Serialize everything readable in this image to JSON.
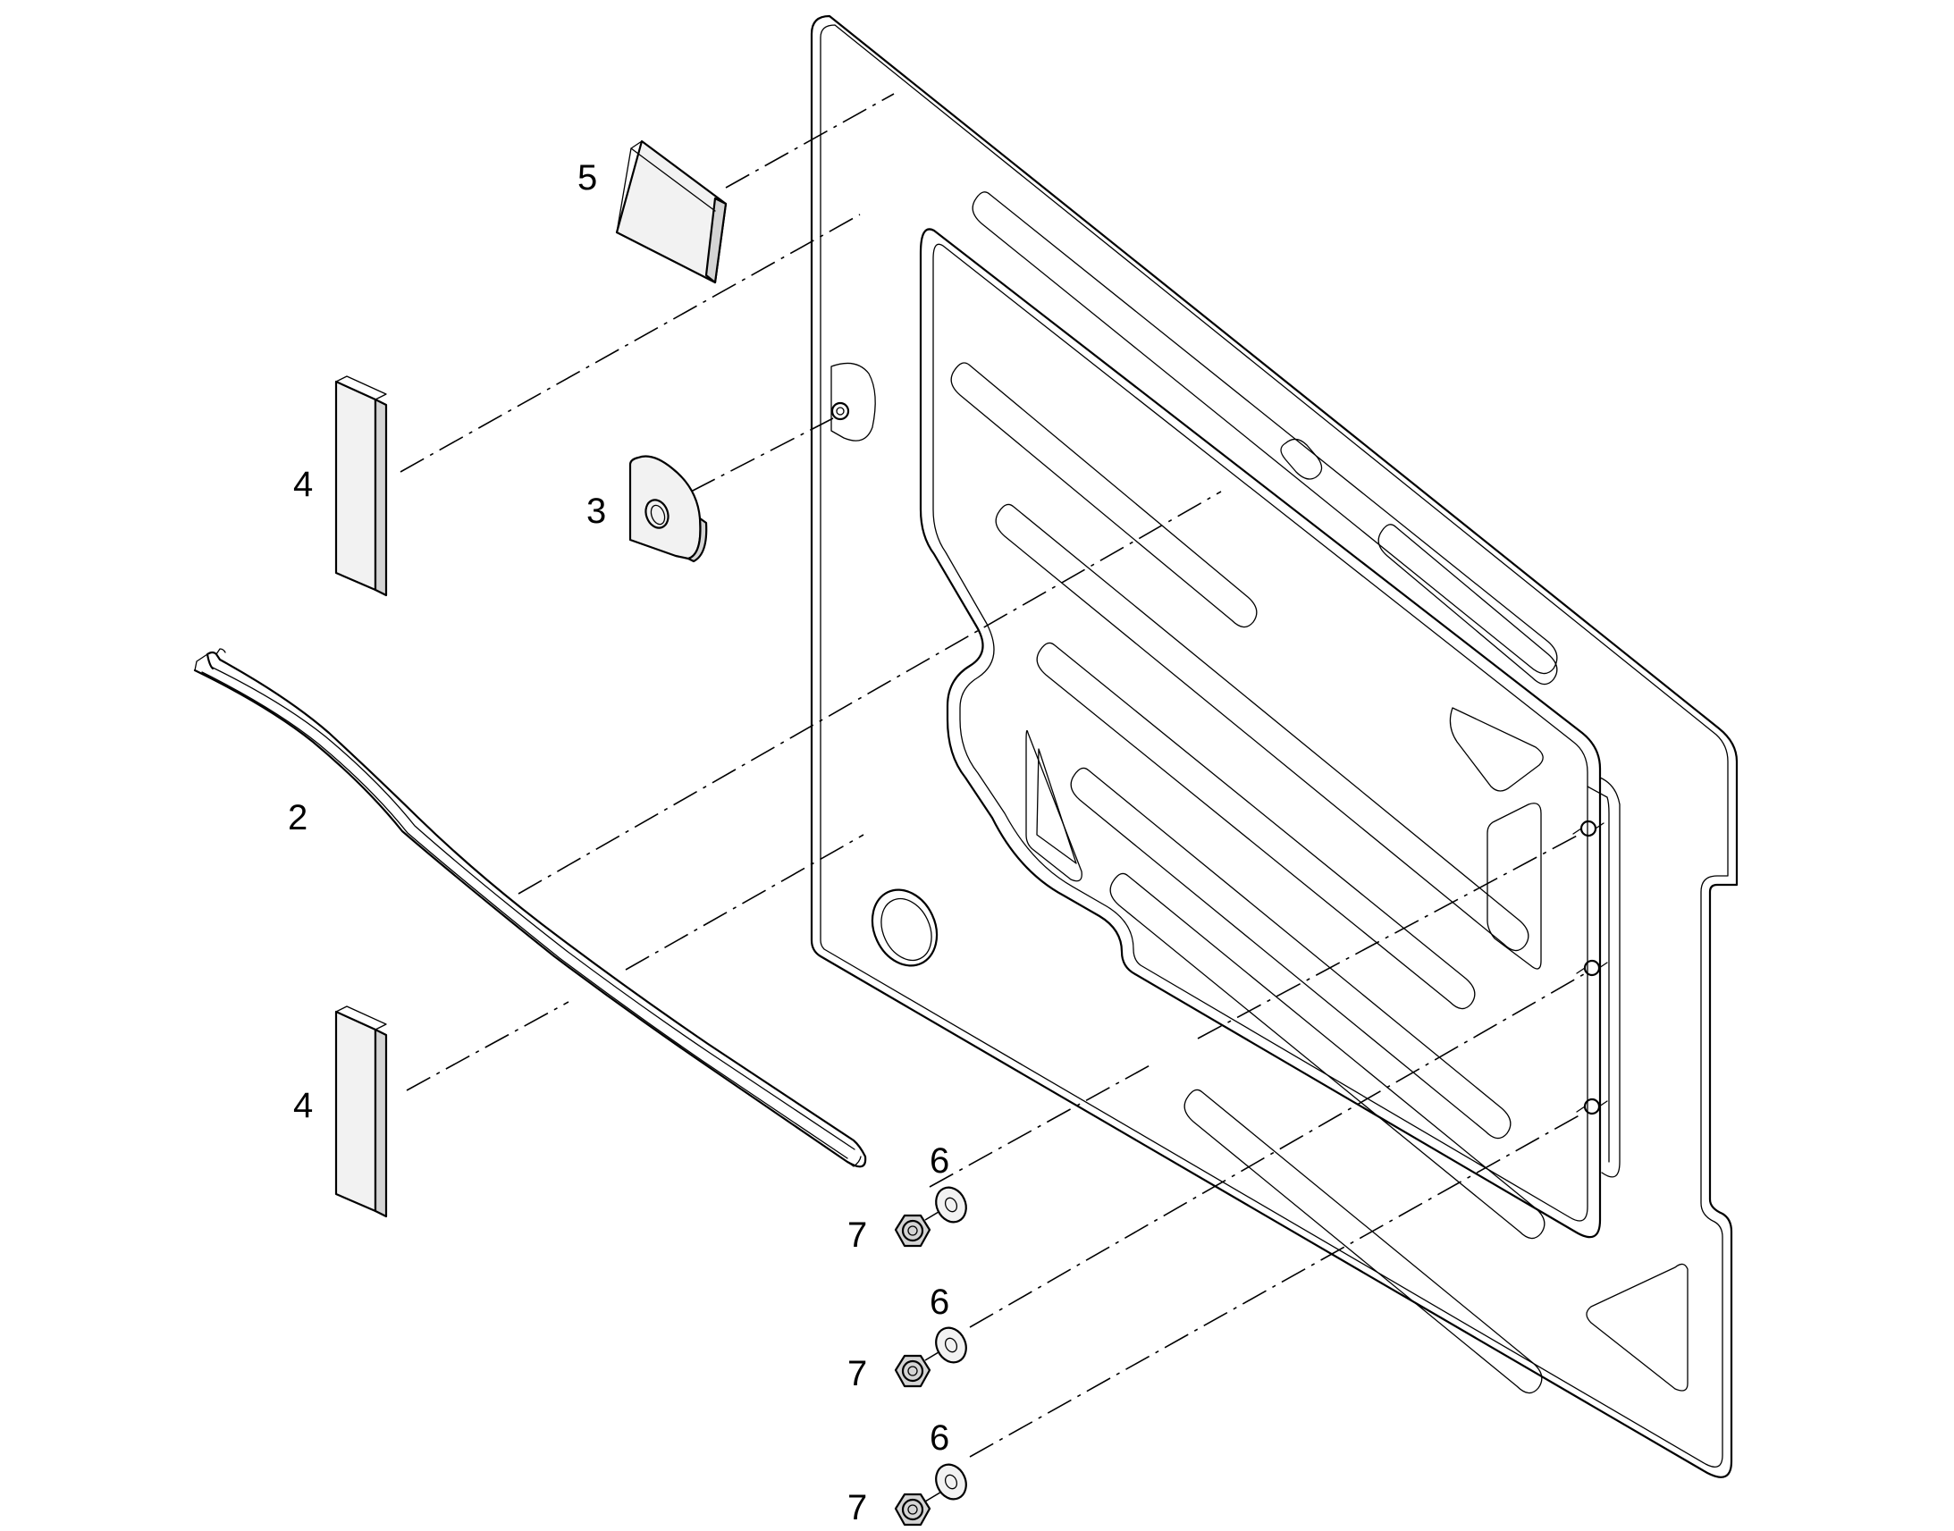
{
  "callouts": {
    "part_2": "2",
    "part_3": "3",
    "part_4_upper": "4",
    "part_4_lower": "4",
    "part_5": "5",
    "part_6_top": "6",
    "part_6_mid": "6",
    "part_6_bottom": "6",
    "part_7_top": "7",
    "part_7_mid": "7",
    "part_7_bottom": "7"
  }
}
